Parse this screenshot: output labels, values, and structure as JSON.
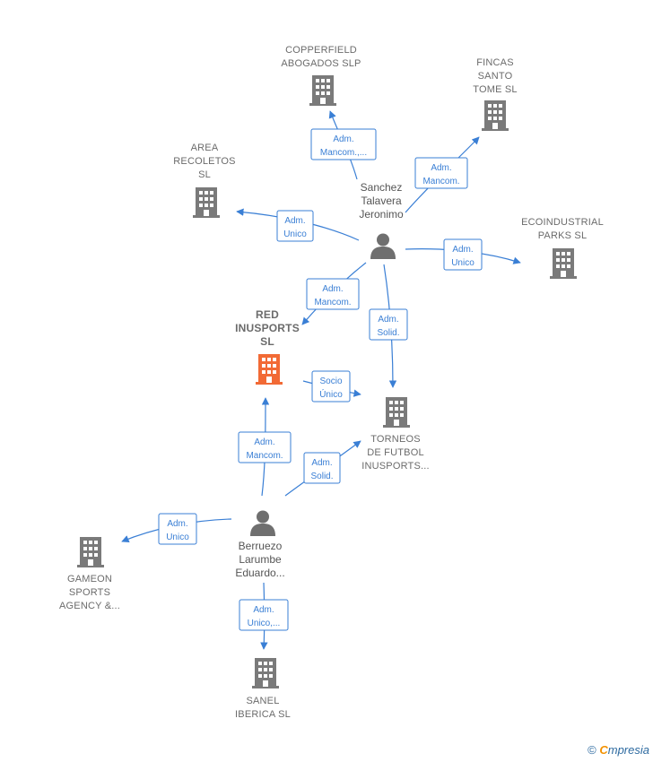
{
  "colors": {
    "company": "#7a7a7a",
    "focus_company": "#f26a35",
    "person": "#6f6f6f",
    "edge": "#3a7fd5"
  },
  "companies": [
    {
      "id": "copperfield",
      "lines": [
        "COPPERFIELD",
        "ABOGADOS  SLP"
      ],
      "focus": false
    },
    {
      "id": "fincas",
      "lines": [
        "FINCAS",
        "SANTO",
        "TOME SL"
      ],
      "focus": false
    },
    {
      "id": "area",
      "lines": [
        "AREA",
        "RECOLETOS",
        "SL"
      ],
      "focus": false
    },
    {
      "id": "ecoindustrial",
      "lines": [
        "ECOINDUSTRIAL",
        "PARKS  SL"
      ],
      "focus": false
    },
    {
      "id": "red",
      "lines": [
        "RED",
        "INUSPORTS",
        "SL"
      ],
      "focus": true
    },
    {
      "id": "torneos",
      "lines": [
        "TORNEOS",
        "DE FUTBOL",
        "INUSPORTS..."
      ],
      "focus": false
    },
    {
      "id": "gameon",
      "lines": [
        "GAMEON",
        "SPORTS",
        "AGENCY &..."
      ],
      "focus": false
    },
    {
      "id": "sanel",
      "lines": [
        "SANEL",
        "IBERICA  SL"
      ],
      "focus": false
    }
  ],
  "persons": [
    {
      "id": "sanchez",
      "lines": [
        "Sanchez",
        "Talavera",
        "Jeronimo"
      ]
    },
    {
      "id": "berruezo",
      "lines": [
        "Berruezo",
        "Larumbe",
        "Eduardo..."
      ]
    }
  ],
  "edges": [
    {
      "from": "sanchez",
      "to": "copperfield",
      "label": [
        "Adm.",
        "Mancom.,..."
      ]
    },
    {
      "from": "sanchez",
      "to": "fincas",
      "label": [
        "Adm.",
        "Mancom."
      ]
    },
    {
      "from": "sanchez",
      "to": "area",
      "label": [
        "Adm.",
        "Unico"
      ]
    },
    {
      "from": "sanchez",
      "to": "ecoindustrial",
      "label": [
        "Adm.",
        "Unico"
      ]
    },
    {
      "from": "sanchez",
      "to": "red",
      "label": [
        "Adm.",
        "Mancom."
      ]
    },
    {
      "from": "sanchez",
      "to": "torneos",
      "label": [
        "Adm.",
        "Solid."
      ]
    },
    {
      "from": "red",
      "to": "torneos",
      "label": [
        "Socio",
        "Único"
      ]
    },
    {
      "from": "berruezo",
      "to": "red",
      "label": [
        "Adm.",
        "Mancom."
      ]
    },
    {
      "from": "berruezo",
      "to": "torneos",
      "label": [
        "Adm.",
        "Solid."
      ]
    },
    {
      "from": "berruezo",
      "to": "gameon",
      "label": [
        "Adm.",
        "Unico"
      ]
    },
    {
      "from": "berruezo",
      "to": "sanel",
      "label": [
        "Adm.",
        "Unico,..."
      ]
    }
  ],
  "footer": {
    "copyright": "©",
    "brand_initial": "C",
    "brand_rest": "mpresia"
  }
}
